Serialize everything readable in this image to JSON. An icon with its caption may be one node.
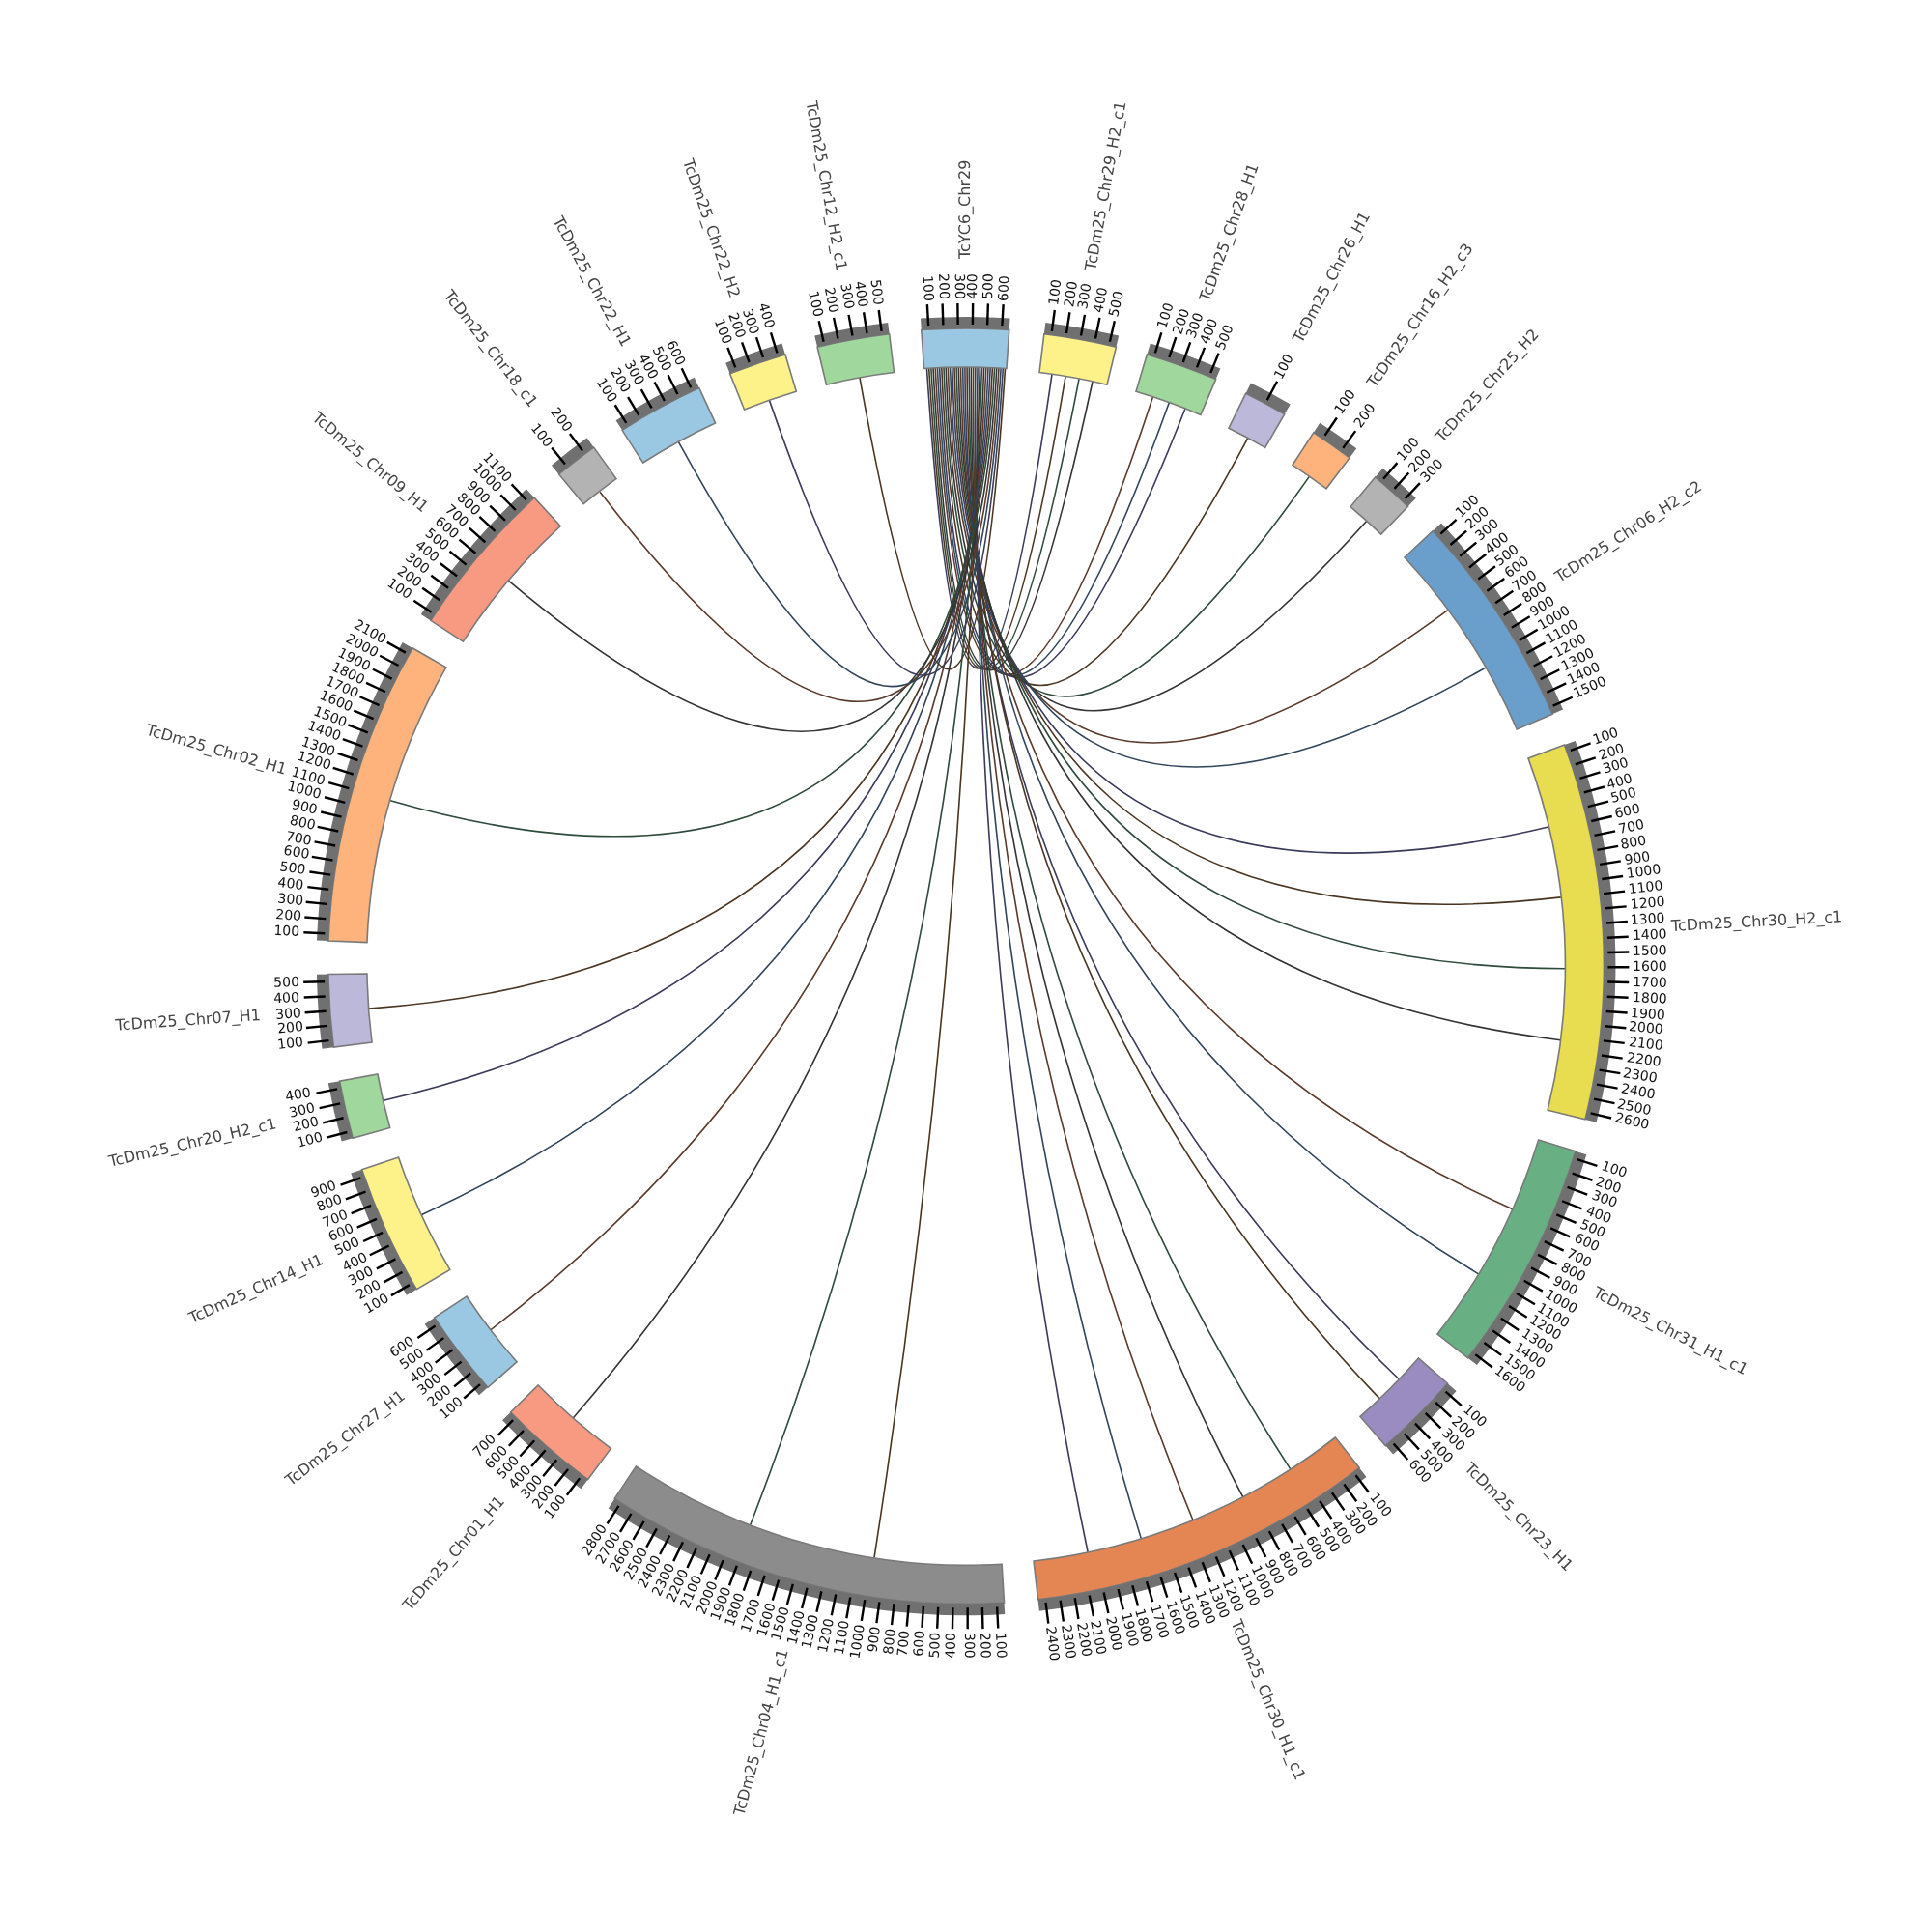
{
  "diagram": {
    "nodes": [
      {
        "text": [
          "TcYC6_Chr29"
        ],
        "beside": [
          "100",
          "200",
          "300",
          "400",
          "500",
          "600"
        ]
      },
      {
        "text": [
          "TcDm25_Chr29_H2_c1"
        ],
        "beside": [
          "100",
          "200",
          "300",
          "400",
          "500"
        ]
      },
      {
        "text": [
          "TcDm25_Chr28_H1"
        ],
        "beside": [
          "100",
          "200",
          "300",
          "400",
          "500"
        ]
      },
      {
        "text": [
          "TcDm25_Chr26_H1"
        ],
        "beside": [
          "100"
        ]
      },
      {
        "text": [
          "TcDm25_Chr16_H2_c3"
        ],
        "beside": [
          "100",
          "200"
        ]
      },
      {
        "text": [
          "TcDm25_Chr25_H2"
        ],
        "beside": [
          "100",
          "200",
          "300"
        ]
      },
      {
        "text": [
          "TcDm25_Chr06_H2_c2"
        ],
        "beside": [
          "100",
          "200",
          "300",
          "400",
          "500",
          "600",
          "700",
          "800",
          "900",
          "1000",
          "1100",
          "1200",
          "1300",
          "1400",
          "1500"
        ]
      },
      {
        "text": [
          "TcDm25_Chr30_H2_c1"
        ],
        "beside": [
          "100",
          "200",
          "300",
          "400",
          "500",
          "600",
          "700",
          "800",
          "900",
          "1000",
          "1100",
          "1200",
          "1300",
          "1400",
          "1500",
          "1600",
          "1700",
          "1800",
          "1900",
          "2000",
          "2100",
          "2200",
          "2300",
          "2400",
          "2500",
          "2600"
        ]
      },
      {
        "text": [
          "TcDm25_Chr31_H1_c1"
        ],
        "beside": [
          "100",
          "200",
          "300",
          "400",
          "500",
          "600",
          "700",
          "800",
          "900",
          "1000",
          "1100",
          "1200",
          "1300",
          "1400",
          "1500",
          "1600"
        ]
      },
      {
        "text": [
          "TcDm25_Chr23_H1"
        ],
        "beside": [
          "100",
          "200",
          "300",
          "400",
          "500",
          "600"
        ]
      },
      {
        "text": [
          "TcDm25_Chr30_H1_c1"
        ],
        "beside": [
          "100",
          "200",
          "300",
          "400",
          "500",
          "600",
          "700",
          "800",
          "900",
          "1000",
          "1100",
          "1200",
          "1300",
          "1400",
          "1500",
          "1600",
          "1700",
          "1800",
          "1900",
          "2000",
          "2100",
          "2200",
          "2300",
          "2400"
        ]
      },
      {
        "text": [
          "TcDm25_Chr04_H1_c1"
        ],
        "beside": [
          "100",
          "200",
          "300",
          "400",
          "500",
          "600",
          "700",
          "800",
          "900",
          "1000",
          "1100",
          "1200",
          "1300",
          "1400",
          "1500",
          "1600",
          "1700",
          "1800",
          "1900",
          "2000",
          "2100",
          "2200",
          "2300",
          "2400",
          "2500",
          "2600",
          "2700",
          "2800"
        ]
      },
      {
        "text": [
          "TcDm25_Chr01_H1"
        ],
        "beside": [
          "100",
          "200",
          "300",
          "400",
          "500",
          "600",
          "700"
        ]
      },
      {
        "text": [
          "TcDm25_Chr27_H1"
        ],
        "beside": [
          "100",
          "200",
          "300",
          "400",
          "500",
          "600"
        ]
      },
      {
        "text": [
          "TcDm25_Chr14_H1"
        ],
        "beside": [
          "100",
          "200",
          "300",
          "400",
          "500",
          "600",
          "700",
          "800",
          "900"
        ]
      },
      {
        "text": [
          "TcDm25_Chr20_H2_c1"
        ],
        "beside": [
          "100",
          "200",
          "300",
          "400"
        ]
      },
      {
        "text": [
          "TcDm25_Chr07_H1"
        ],
        "beside": [
          "100",
          "200",
          "300",
          "400",
          "500"
        ]
      },
      {
        "text": [
          "TcDm25_Chr02_H1"
        ],
        "beside": [
          "100",
          "200",
          "300",
          "400",
          "500",
          "600",
          "700",
          "800",
          "900",
          "1000",
          "1100",
          "1200",
          "1300",
          "1400",
          "1500",
          "1600",
          "1700",
          "1800",
          "1900",
          "2000",
          "2100"
        ]
      },
      {
        "text": [
          "TcDm25_Chr09_H1"
        ],
        "beside": [
          "100",
          "200",
          "300",
          "400",
          "500",
          "600",
          "700",
          "800",
          "900",
          "1000",
          "1100"
        ]
      },
      {
        "text": [
          "TcDm25_Chr18_c1"
        ],
        "beside": [
          "100",
          "200"
        ]
      },
      {
        "text": [
          "TcDm25_Chr22_H1"
        ],
        "beside": [
          "100",
          "200",
          "300",
          "400",
          "500",
          "600"
        ]
      },
      {
        "text": [
          "TcDm25_Chr22_H2"
        ],
        "beside": [
          "100",
          "200",
          "300",
          "400"
        ]
      },
      {
        "text": [
          "TcDm25_Chr12_H2_c1"
        ],
        "beside": [
          "100",
          "200",
          "300",
          "400",
          "500"
        ]
      }
    ],
    "edges": [
      {
        "from": 0,
        "to": 1,
        "arrow": "none"
      },
      {
        "from": 0,
        "to": 1,
        "arrow": "none"
      },
      {
        "from": 0,
        "to": 1,
        "arrow": "none"
      },
      {
        "from": 0,
        "to": 1,
        "arrow": "none"
      },
      {
        "from": 0,
        "to": 2,
        "arrow": "none"
      },
      {
        "from": 0,
        "to": 2,
        "arrow": "none"
      },
      {
        "from": 0,
        "to": 2,
        "arrow": "none"
      },
      {
        "from": 0,
        "to": 3,
        "arrow": "none"
      },
      {
        "from": 0,
        "to": 4,
        "arrow": "none"
      },
      {
        "from": 0,
        "to": 5,
        "arrow": "none"
      },
      {
        "from": 0,
        "to": 6,
        "arrow": "none"
      },
      {
        "from": 0,
        "to": 6,
        "arrow": "none"
      },
      {
        "from": 0,
        "to": 7,
        "arrow": "none"
      },
      {
        "from": 0,
        "to": 7,
        "arrow": "none"
      },
      {
        "from": 0,
        "to": 7,
        "arrow": "none"
      },
      {
        "from": 0,
        "to": 7,
        "arrow": "none"
      },
      {
        "from": 0,
        "to": 8,
        "arrow": "none"
      },
      {
        "from": 0,
        "to": 8,
        "arrow": "none"
      },
      {
        "from": 0,
        "to": 9,
        "arrow": "none"
      },
      {
        "from": 0,
        "to": 9,
        "arrow": "none"
      },
      {
        "from": 0,
        "to": 10,
        "arrow": "none"
      },
      {
        "from": 0,
        "to": 10,
        "arrow": "none"
      },
      {
        "from": 0,
        "to": 10,
        "arrow": "none"
      },
      {
        "from": 0,
        "to": 10,
        "arrow": "none"
      },
      {
        "from": 0,
        "to": 10,
        "arrow": "none"
      },
      {
        "from": 0,
        "to": 11,
        "arrow": "none"
      },
      {
        "from": 0,
        "to": 11,
        "arrow": "none"
      },
      {
        "from": 0,
        "to": 12,
        "arrow": "none"
      },
      {
        "from": 0,
        "to": 13,
        "arrow": "none"
      },
      {
        "from": 0,
        "to": 14,
        "arrow": "none"
      },
      {
        "from": 0,
        "to": 15,
        "arrow": "none"
      },
      {
        "from": 0,
        "to": 16,
        "arrow": "none"
      },
      {
        "from": 0,
        "to": 17,
        "arrow": "none"
      },
      {
        "from": 0,
        "to": 18,
        "arrow": "none"
      },
      {
        "from": 0,
        "to": 19,
        "arrow": "none"
      },
      {
        "from": 0,
        "to": 20,
        "arrow": "none"
      },
      {
        "from": 0,
        "to": 21,
        "arrow": "none"
      },
      {
        "from": 0,
        "to": 22,
        "arrow": "none"
      }
    ]
  }
}
